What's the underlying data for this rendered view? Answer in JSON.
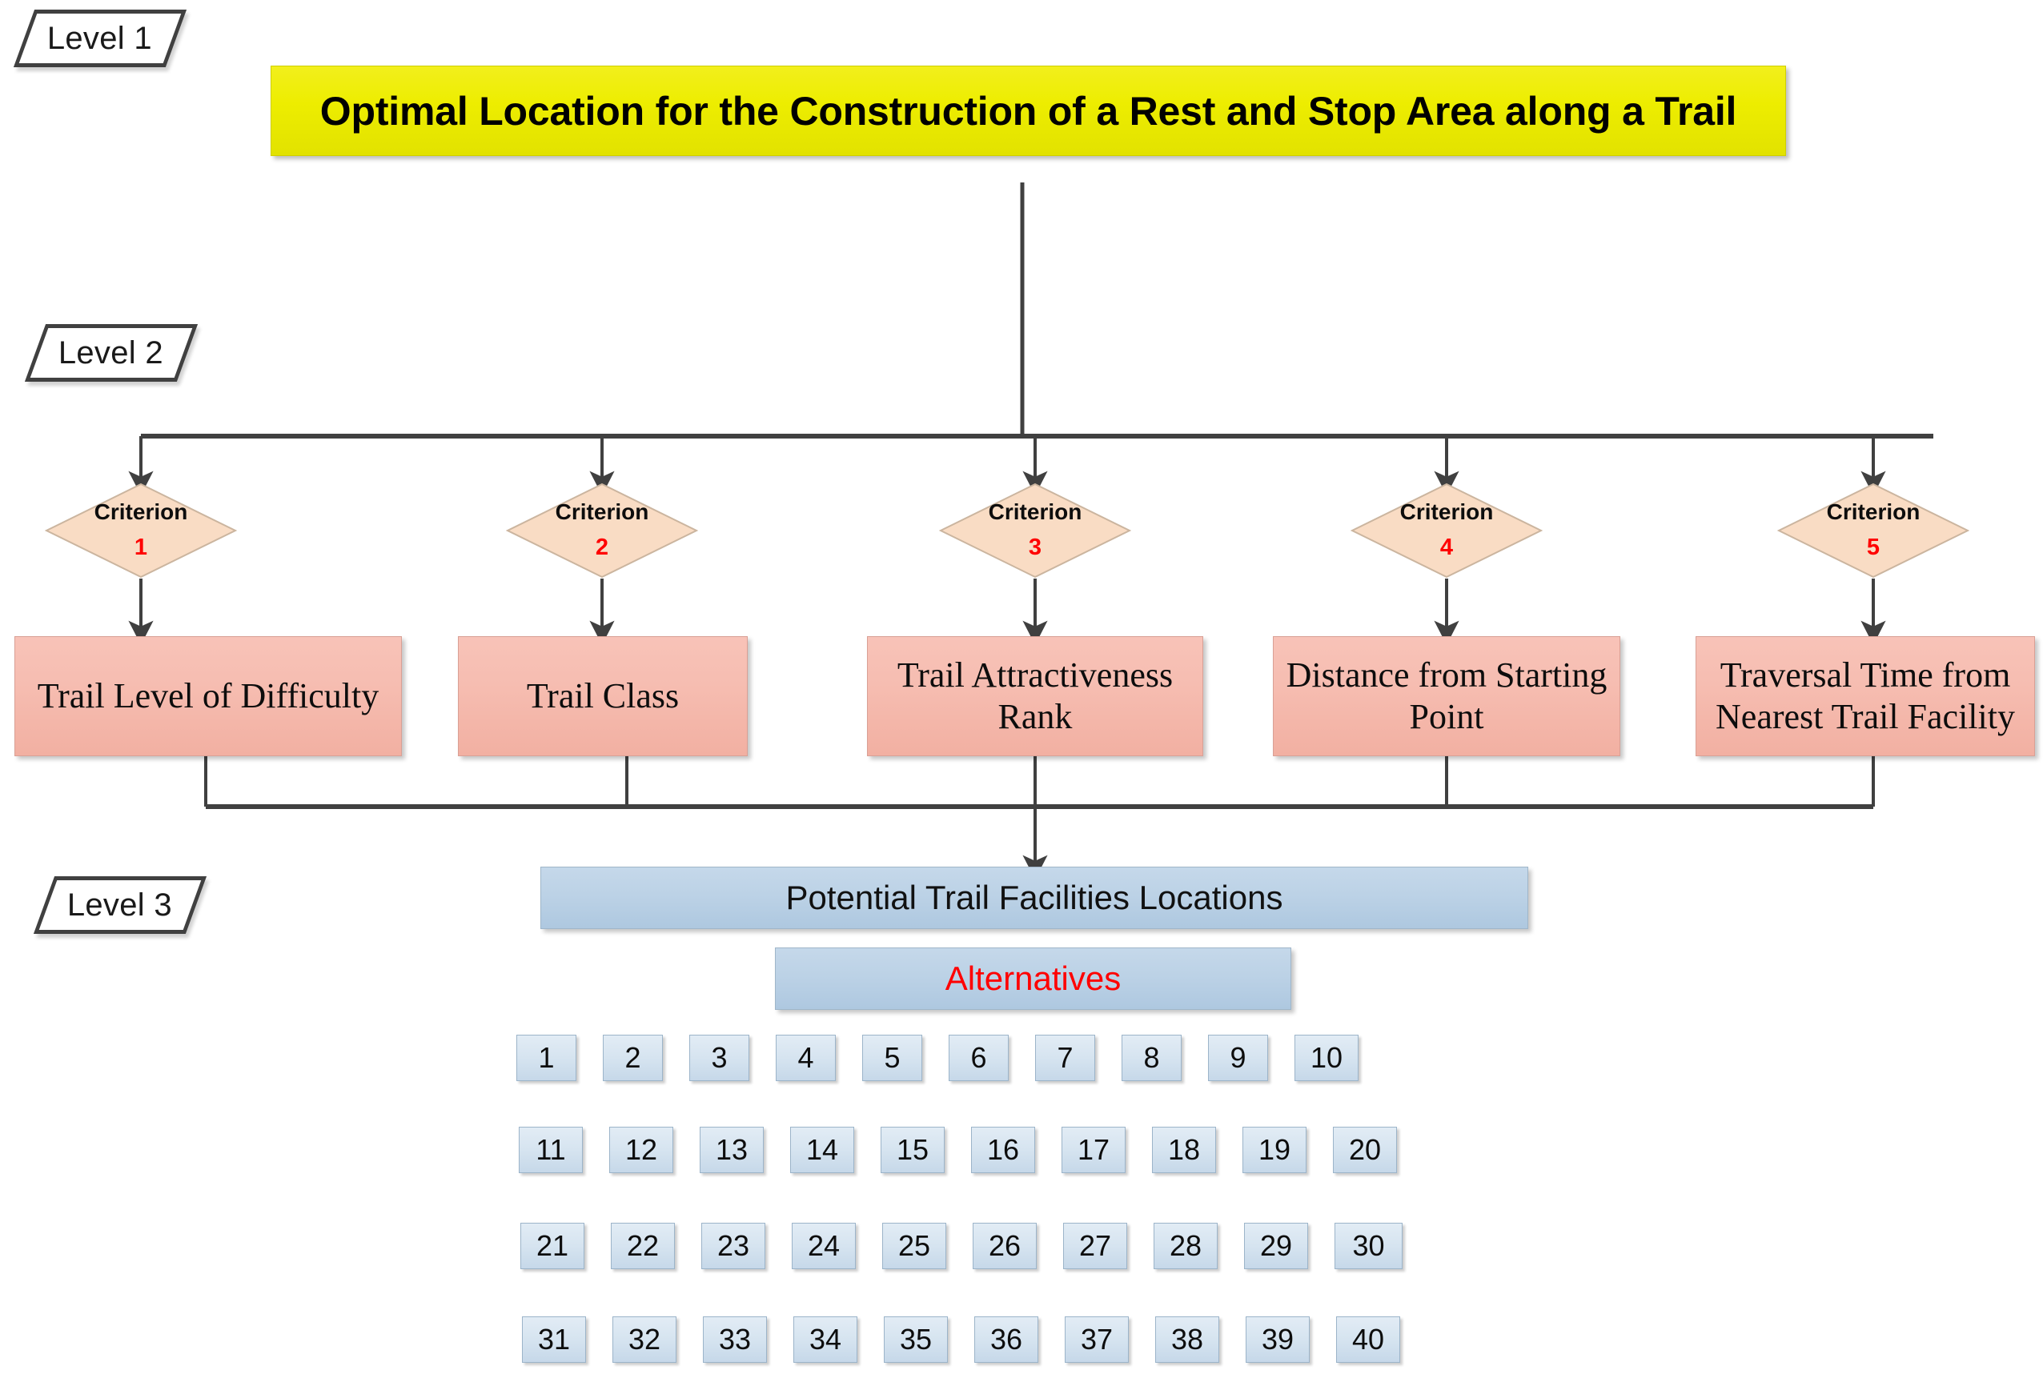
{
  "diagram": {
    "title": "Optimal Location for the Construction of a Rest and Stop Area along a Trail",
    "levels": [
      {
        "label": "Level 1"
      },
      {
        "label": "Level 2"
      },
      {
        "label": "Level 3"
      }
    ],
    "criteria": [
      {
        "marker_word": "Criterion",
        "marker_number": "1",
        "name": "Trail Level of Difficulty"
      },
      {
        "marker_word": "Criterion",
        "marker_number": "2",
        "name": "Trail Class"
      },
      {
        "marker_word": "Criterion",
        "marker_number": "3",
        "name": "Trail Attractiveness Rank"
      },
      {
        "marker_word": "Criterion",
        "marker_number": "4",
        "name": "Distance from Starting Point"
      },
      {
        "marker_word": "Criterion",
        "marker_number": "5",
        "name": "Traversal Time from Nearest Trail Facility"
      }
    ],
    "level3": {
      "heading": "Potential Trail Facilities Locations",
      "subheading": "Alternatives",
      "alternative_rows": [
        [
          "1",
          "2",
          "3",
          "4",
          "5",
          "6",
          "7",
          "8",
          "9",
          "10"
        ],
        [
          "11",
          "12",
          "13",
          "14",
          "15",
          "16",
          "17",
          "18",
          "19",
          "20"
        ],
        [
          "21",
          "22",
          "23",
          "24",
          "25",
          "26",
          "27",
          "28",
          "29",
          "30"
        ],
        [
          "31",
          "32",
          "33",
          "34",
          "35",
          "36",
          "37",
          "38",
          "39",
          "40"
        ]
      ]
    },
    "colors": {
      "goal_fill": "#ecec00",
      "criterion_diamond_fill": "#f9dcc4",
      "criterion_box_fill": "#f6bdb1",
      "level3_box_fill": "#bcd2e6",
      "alternative_fill": "#d6e4f0",
      "accent_red": "#ff0000",
      "connector": "#404040"
    }
  }
}
